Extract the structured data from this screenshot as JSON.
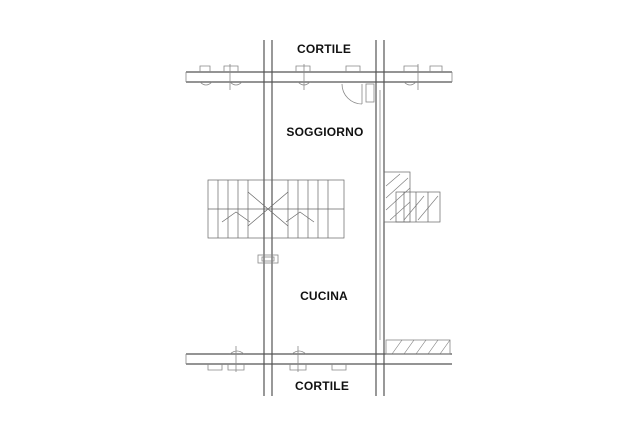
{
  "plan": {
    "labels": {
      "top_courtyard": "CORTILE",
      "living_room": "SOGGIORNO",
      "kitchen": "CUCINA",
      "bottom_courtyard": "CORTILE"
    }
  }
}
